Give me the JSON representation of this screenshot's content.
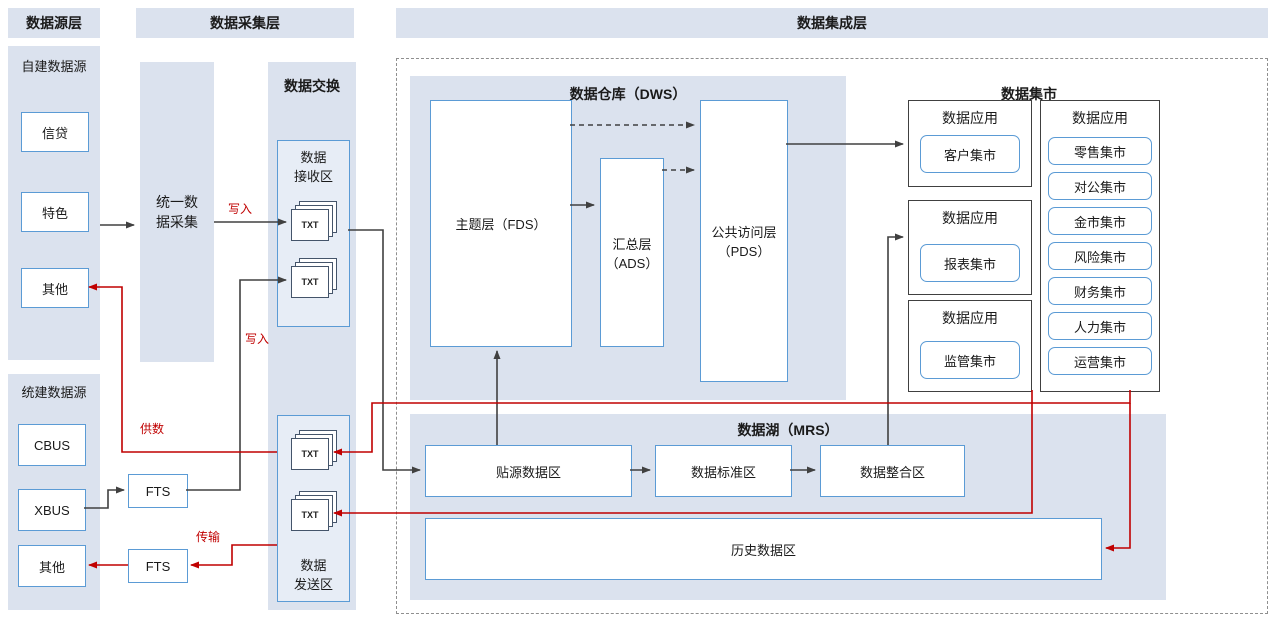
{
  "colors": {
    "panel_fill": "#dbe2ee",
    "blue_border": "#5b9bd5",
    "line_black": "#404040",
    "line_red": "#c00000"
  },
  "headers": {
    "source_layer": "数据源层",
    "collection_layer": "数据采集层",
    "integration_layer": "数据集成层"
  },
  "source": {
    "self_built": {
      "title": "自建数据源",
      "items": [
        "信贷",
        "特色",
        "其他"
      ]
    },
    "unified": {
      "title": "统建数据源",
      "items": [
        "CBUS",
        "XBUS",
        "其他"
      ]
    }
  },
  "collection": {
    "unified_collection": "统一数\n据采集",
    "fts_top": "FTS",
    "fts_bottom": "FTS",
    "exchange": {
      "title": "数据交换",
      "receive_title": "数据\n接收区",
      "send_title": "数据\n发送区",
      "file_label": "TXT"
    }
  },
  "integration": {
    "dws": {
      "title": "数据仓库（DWS）",
      "fds": "主题层（FDS）",
      "ads": "汇总层\n（ADS）",
      "pds": "公共访问层\n（PDS）"
    },
    "mart": {
      "title": "数据集市",
      "groups": [
        {
          "label": "数据应用",
          "item": "客户集市"
        },
        {
          "label": "数据应用",
          "item": "报表集市"
        },
        {
          "label": "数据应用",
          "item": "监管集市"
        }
      ],
      "tall_group": {
        "label": "数据应用",
        "items": [
          "零售集市",
          "对公集市",
          "金市集市",
          "风险集市",
          "财务集市",
          "人力集市",
          "运营集市"
        ]
      }
    },
    "mrs": {
      "title": "数据湖（MRS）",
      "zones": [
        "贴源数据区",
        "数据标准区",
        "数据整合区"
      ],
      "history": "历史数据区"
    }
  },
  "flow_labels": {
    "write_top": "写入",
    "write_bottom": "写入",
    "supply": "供数",
    "transfer": "传输"
  }
}
